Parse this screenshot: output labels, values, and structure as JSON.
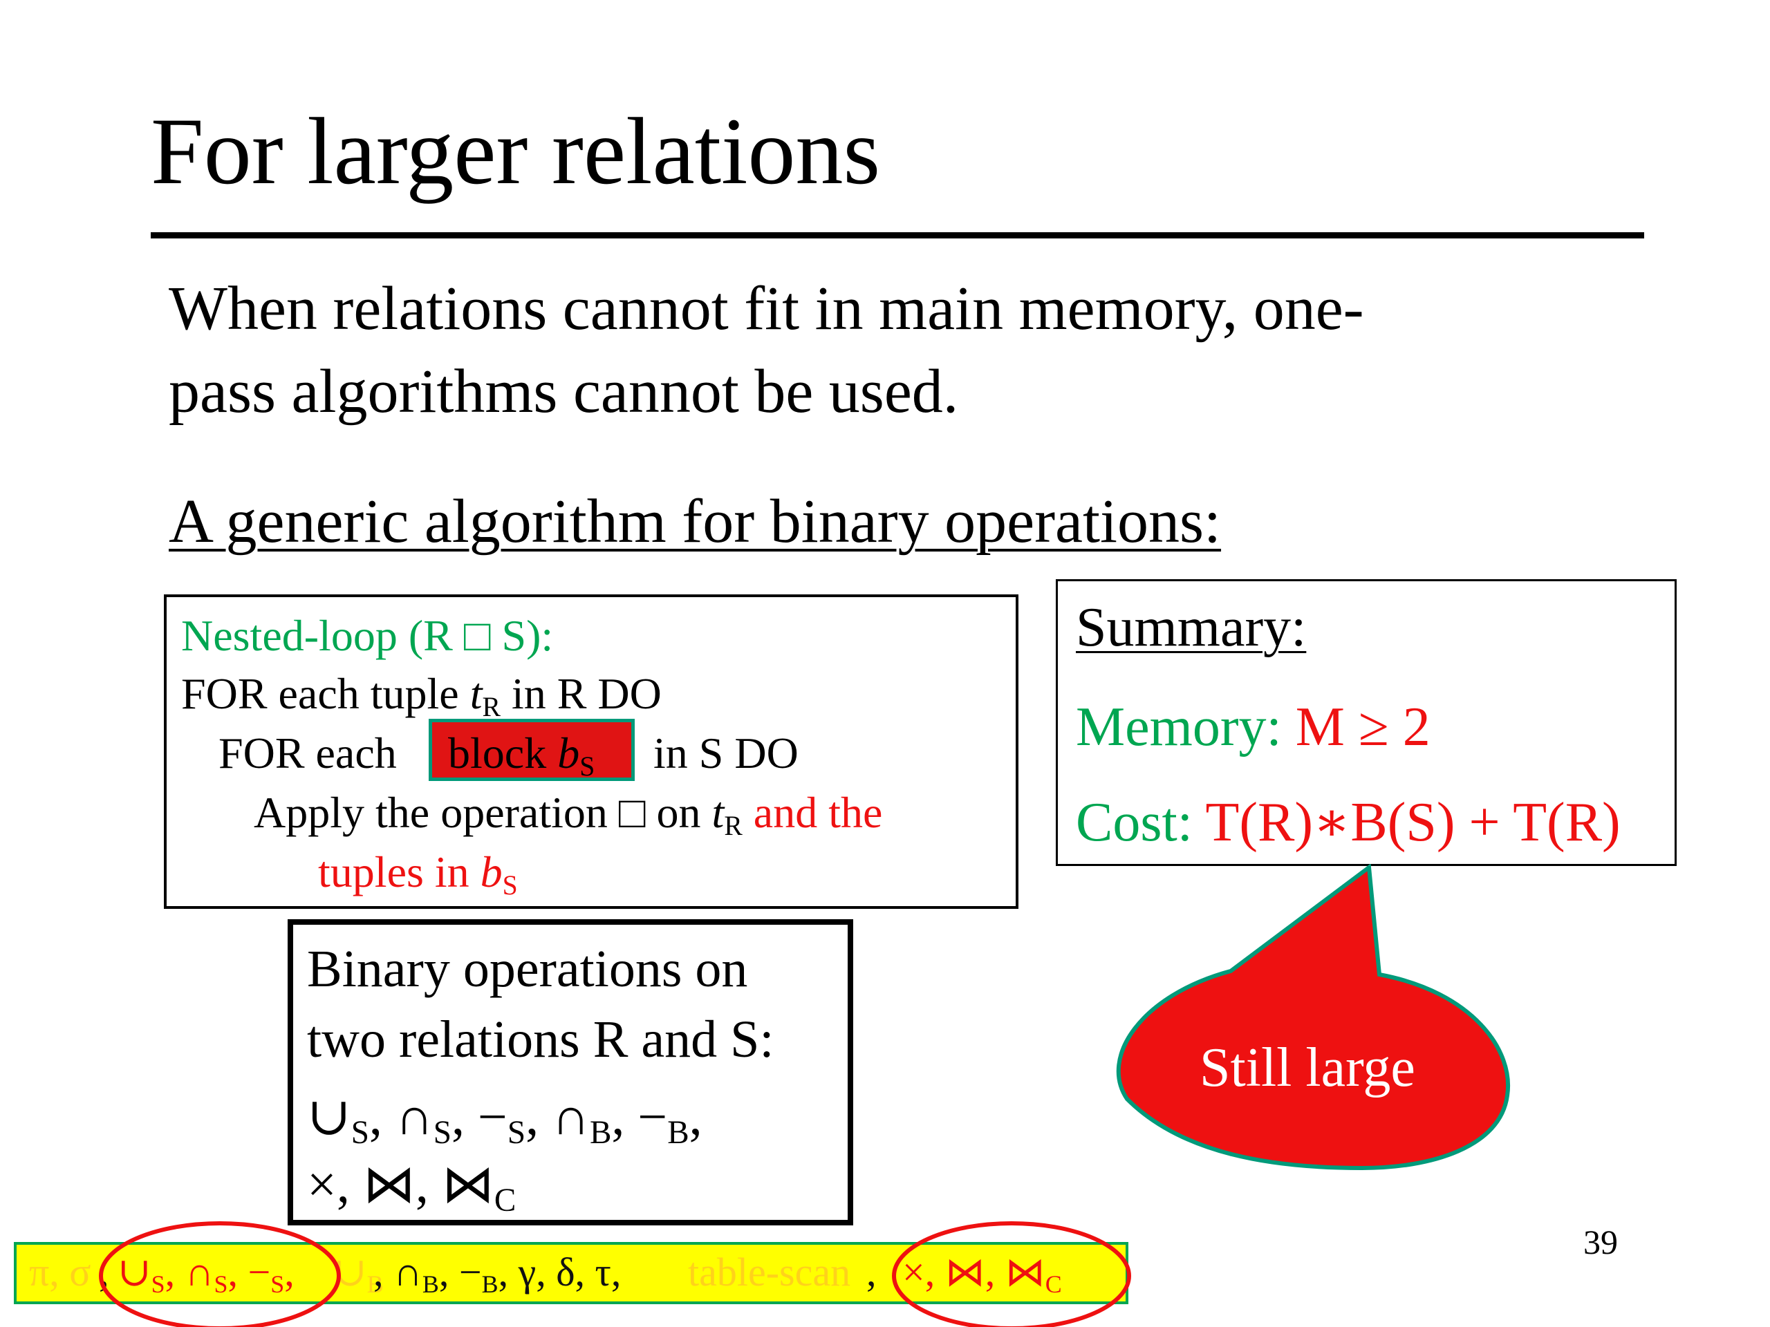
{
  "title": "For larger relations",
  "intro": {
    "line1": "When relations cannot fit in main memory, one-",
    "line2": "pass algorithms cannot be used."
  },
  "generic_heading": "A generic algorithm for binary operations:",
  "algorithm": {
    "header": "Nested-loop (R □ S):",
    "line1_pre": "FOR each tuple ",
    "line1_var": "t",
    "line1_sub": "R",
    "line1_post": " in R DO",
    "line2_pre": "FOR each ",
    "block_label": "block ",
    "block_var": "b",
    "block_sub": "S",
    "line2_post": "in S DO",
    "line3_pre": "Apply the operation □ on ",
    "line3_var": "t",
    "line3_sub": "R",
    "line3_red": " and the",
    "line4_text": "tuples in ",
    "line4_var": "b",
    "line4_sub": "S"
  },
  "summary": {
    "label": "Summary:",
    "memory_label": "Memory: ",
    "memory_value": "M ≥ 2",
    "cost_label": "Cost: ",
    "cost_value": "T(R)∗B(S) + T(R)"
  },
  "binary_ops": {
    "line1": "Binary operations on",
    "line2": "two relations R and S:",
    "ops_row1": [
      "∪",
      "S",
      "∩",
      "S",
      "−",
      "S",
      "∩",
      "B",
      "−",
      "B"
    ],
    "ops_row2": [
      "×",
      "⋈",
      "⋈",
      "C"
    ]
  },
  "callout": "Still large",
  "page_number": "39",
  "bottom_ops": {
    "pi_sigma": "π, σ",
    "set_ops": [
      "∪",
      "S",
      "∩",
      "S",
      "−",
      "S"
    ],
    "union_b": "∪",
    "union_b_sub": "B",
    "bag_ops": [
      "∩",
      "B",
      "−",
      "B"
    ],
    "gamma_delta_tau": "γ,  δ,  τ,",
    "table_scan": "table-scan",
    "binary": [
      "×",
      "⋈",
      "⋈",
      "C"
    ]
  },
  "colors": {
    "green": "#00a651",
    "red": "#ee1111",
    "yellow_bar": "#ffff00",
    "callout_fill": "#ee1111",
    "callout_border": "#009a7a"
  }
}
